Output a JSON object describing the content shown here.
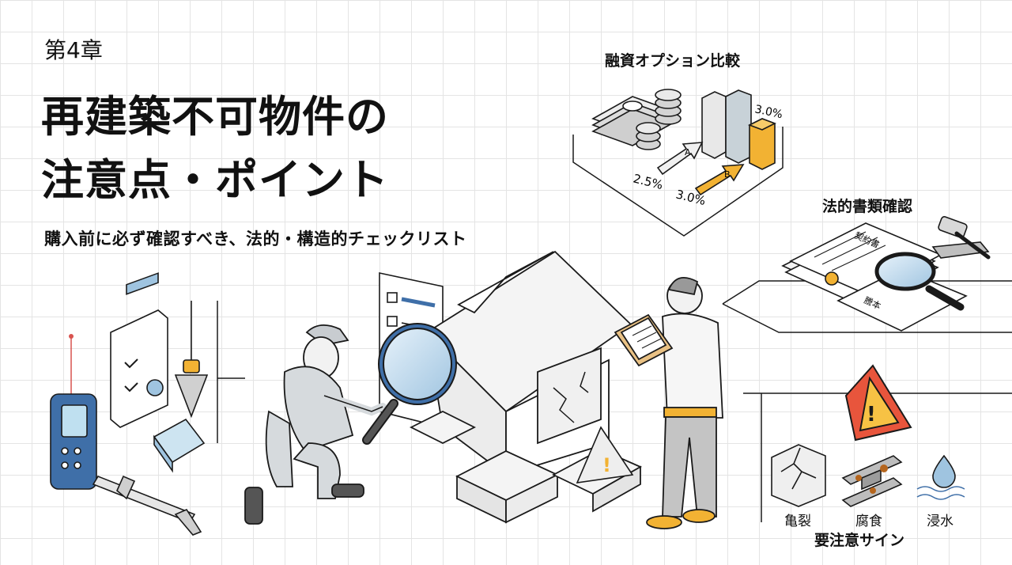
{
  "header": {
    "chapter": "第4章",
    "title_line1": "再建築不可物件の",
    "title_line2": "注意点・ポイント",
    "subtitle": "購入前に必ず確認すべき、法的・構造的チェックリスト"
  },
  "finance": {
    "title": "融資オプション比較",
    "rate_top": "3.0%",
    "rate_a": "2.5%",
    "rate_b": "3.0%",
    "arrow_a": "A",
    "arrow_b": "B"
  },
  "legal": {
    "title": "法的書類確認",
    "doc_contract": "契約書",
    "doc_register": "謄本"
  },
  "warnings": {
    "title": "要注意サイン",
    "signs": [
      "亀裂",
      "腐食",
      "浸水"
    ]
  },
  "colors": {
    "accent_orange": "#f2b233",
    "warning_red": "#e8553c",
    "tool_blue": "#3f6fa8",
    "line": "#1a1a1a"
  },
  "icons": [
    "laser-measure-icon",
    "checklist-icon",
    "plumb-bob-icon",
    "level-icon",
    "caliper-icon",
    "magnifier-icon",
    "gavel-icon",
    "warning-icon",
    "crack-icon",
    "corrosion-icon",
    "water-icon"
  ]
}
